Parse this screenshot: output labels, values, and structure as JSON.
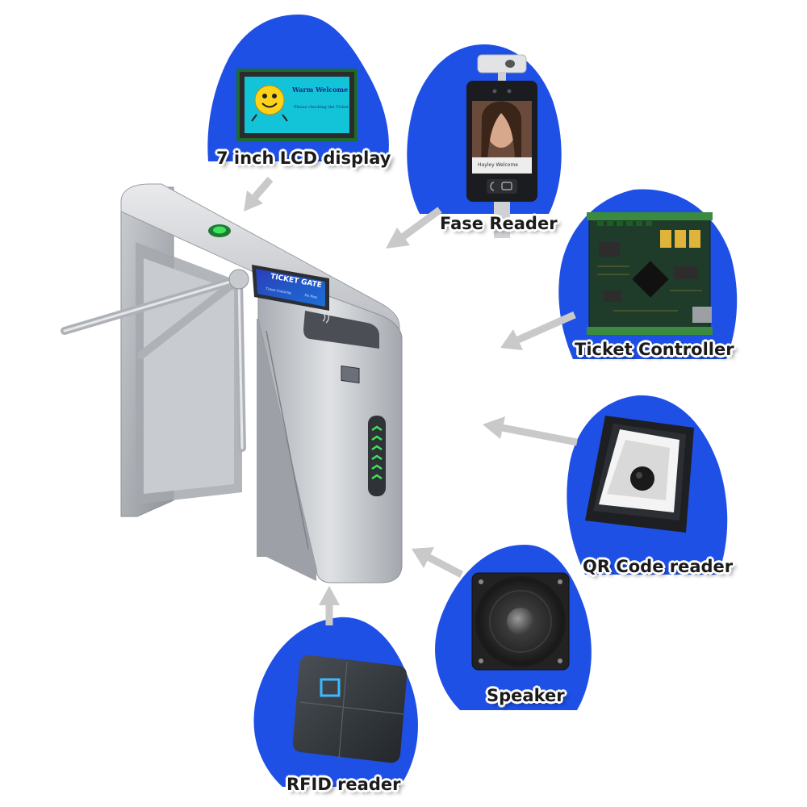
{
  "components": [
    {
      "id": "lcd",
      "label": "7 inch LCD display",
      "icon": "lcd-display-icon"
    },
    {
      "id": "face",
      "label": "Fase Reader",
      "icon": "face-reader-icon"
    },
    {
      "id": "controller",
      "label": "Ticket Controller",
      "icon": "circuit-board-icon"
    },
    {
      "id": "qr",
      "label": "QR Code reader",
      "icon": "qr-scanner-icon"
    },
    {
      "id": "speaker",
      "label": "Speaker",
      "icon": "speaker-icon"
    },
    {
      "id": "rfid",
      "label": "RFID reader",
      "icon": "rfid-card-reader-icon"
    }
  ],
  "lcd_screen": {
    "line1": "Warm Welcome",
    "line2": "Please checking the Ticket"
  },
  "face_screen": {
    "name": "Hayley Welcome"
  },
  "gate_screen": {
    "title": "TICKET GATE",
    "sub1": "Ticket Checking",
    "sub2": "Pls Pass"
  },
  "colors": {
    "blob": "#1f50e6",
    "arrow": "#c9c9c9",
    "steel": "#b9bcc1",
    "accent_green": "#3fe35a"
  }
}
